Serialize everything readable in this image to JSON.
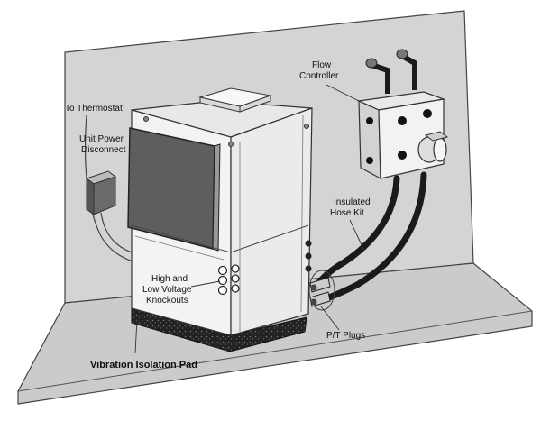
{
  "labels": {
    "to_thermostat": "To Thermostat",
    "unit_power_line1": "Unit Power",
    "unit_power_line2": "Disconnect",
    "flow_controller_line1": "Flow",
    "flow_controller_line2": "Controller",
    "insulated_hose_line1": "Insulated",
    "insulated_hose_line2": "Hose Kit",
    "high_low_line1": "High and",
    "high_low_line2": "Low Voltage",
    "high_low_line3": "Knockouts",
    "pt_plugs": "P/T Plugs",
    "vibration_pad": "Vibration Isolation Pad"
  },
  "colors": {
    "wall": "#d4d4d4",
    "floor": "#cbcbcb",
    "unit_body": "#f2f2f2",
    "unit_side": "#e4e4e4",
    "grille": "#5e5e5e",
    "hose": "#1a1a1a",
    "outline": "#333333"
  }
}
